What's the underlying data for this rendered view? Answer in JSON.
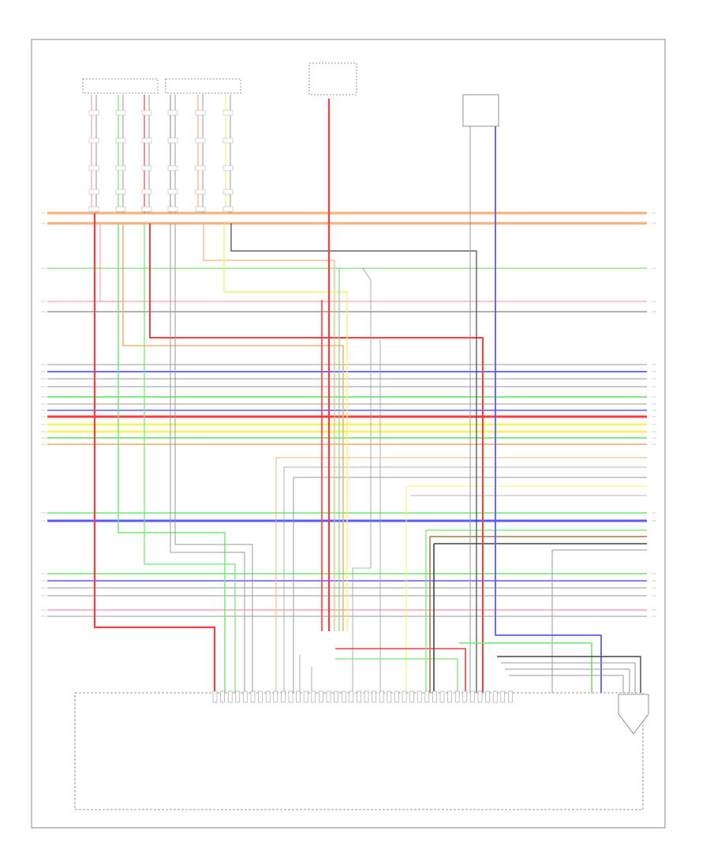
{
  "page_label": "",
  "colors": {
    "orange": "#f5b27a",
    "red": "#ff3b3b",
    "pink": "#ff9fb0",
    "green": "#6fe86f",
    "blue": "#5a5aff",
    "yellow": "#f4f46a",
    "gray": "#9a9a9a",
    "brown": "#b08a5a",
    "dark": "#444444",
    "frame": "#888888"
  },
  "components": [
    {
      "name": "left-speaker-group-component"
    },
    {
      "name": "right-speaker-group-component"
    },
    {
      "name": "antenna-feed-component"
    },
    {
      "name": "front-sensor-component"
    },
    {
      "name": "control-module-component"
    },
    {
      "name": "connector-component"
    }
  ]
}
